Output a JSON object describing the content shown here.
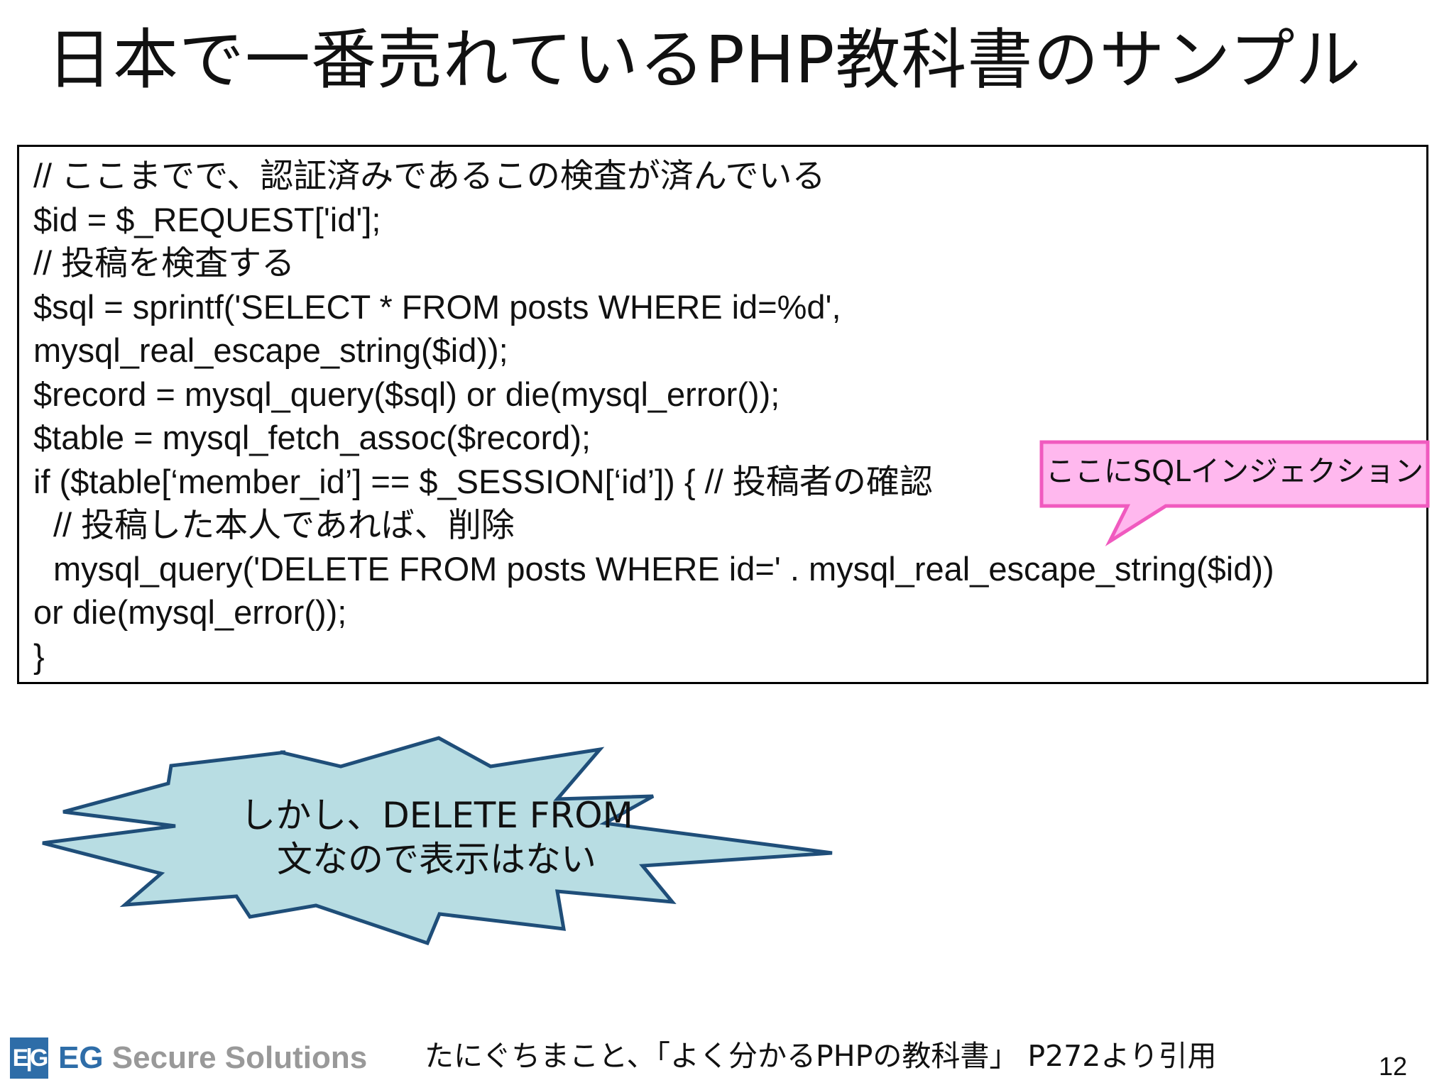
{
  "slide": {
    "title": "日本で一番売れているPHP教科書のサンプル",
    "page_number": "12"
  },
  "code": {
    "lines": [
      "// ここまでで、認証済みであるこの検査が済んでいる",
      "$id = $_REQUEST['id'];",
      "// 投稿を検査する",
      "$sql = sprintf('SELECT * FROM posts WHERE id=%d',",
      "mysql_real_escape_string($id));",
      "$record = mysql_query($sql) or die(mysql_error());",
      "$table = mysql_fetch_assoc($record);",
      "if ($table[‘member_id’] == $_SESSION[‘id’]) { // 投稿者の確認",
      "// 投稿した本人であれば、削除",
      "mysql_query('DELETE FROM posts WHERE id=' . mysql_real_escape_string($id))",
      "or die(mysql_error());",
      "}"
    ]
  },
  "callout": {
    "text": "ここにSQLインジェクション",
    "fill_color": "#ffb8ee",
    "border_color": "#f05abf"
  },
  "burst": {
    "line1": "しかし、DELETE FROM",
    "line2": "文なので表示はない",
    "fill_color": "#b8dde3",
    "border_color": "#1f4e79"
  },
  "footer": {
    "logo_mark": "E|G",
    "logo_eg": "EG",
    "logo_rest": " Secure Solutions",
    "citation": "たにぐちまこと、「よく分かるPHPの教科書」 P272より引用"
  }
}
